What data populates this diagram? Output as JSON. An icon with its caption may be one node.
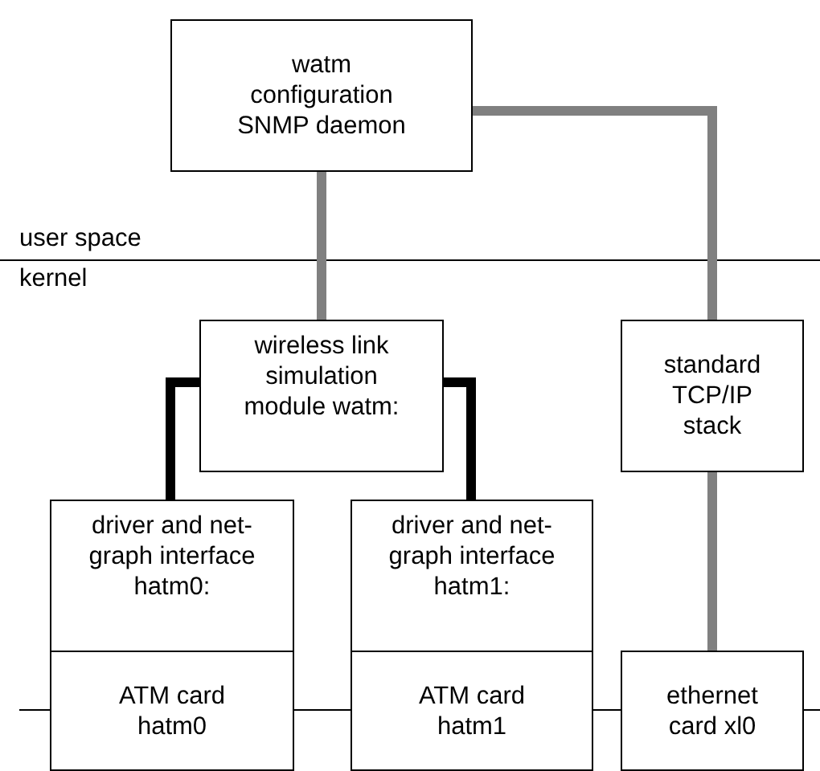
{
  "diagram": {
    "nodes": [
      {
        "text": [
          "watm configuration SNMP daemon"
        ]
      },
      {
        "text": [
          "wireless link simulation module watm:"
        ]
      },
      {
        "text": [
          "standard TCP/IP stack"
        ]
      },
      {
        "text": [
          "driver and net-graph interface hatm0:"
        ]
      },
      {
        "text": [
          "ATM card hatm0"
        ]
      },
      {
        "text": [
          "driver and net-graph interface hatm1:"
        ]
      },
      {
        "text": [
          "ATM card hatm1"
        ]
      },
      {
        "text": [
          "ethernet card xl0"
        ]
      }
    ],
    "edges": [
      {
        "from": 0,
        "to": 1,
        "arrow": "none"
      },
      {
        "from": 0,
        "to": 2,
        "arrow": "none"
      },
      {
        "from": 1,
        "to": 3,
        "arrow": "none",
        "color": "#000000"
      },
      {
        "from": 1,
        "to": 5,
        "arrow": "none",
        "color": "#000000"
      },
      {
        "from": 2,
        "to": 7,
        "arrow": "none"
      }
    ],
    "labels": [
      "user space",
      "kernel"
    ]
  }
}
